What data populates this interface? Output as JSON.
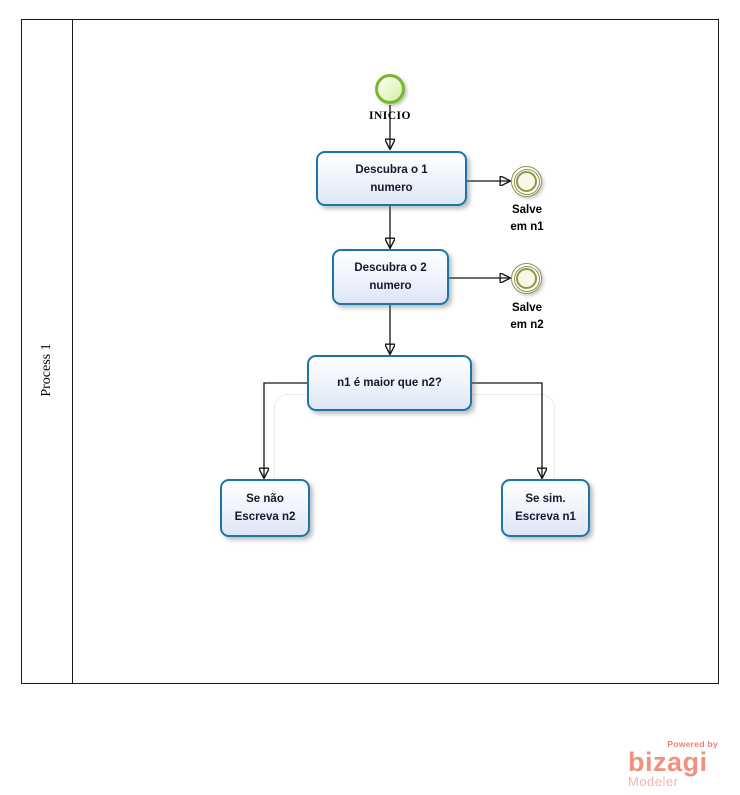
{
  "pool": {
    "label": "Process 1"
  },
  "nodes": {
    "start": {
      "label": "INICIO"
    },
    "task1": {
      "line1": "Descubra o 1",
      "line2": "numero"
    },
    "end1": {
      "line1": "Salve",
      "line2": "em n1"
    },
    "task2": {
      "line1": "Descubra o 2",
      "line2": "numero"
    },
    "end2": {
      "line1": "Salve",
      "line2": "em n2"
    },
    "decision": {
      "label": "n1 é maior que n2?"
    },
    "no_branch": {
      "line1": "Se não",
      "line2": "Escreva n2"
    },
    "yes_branch": {
      "line1": "Se sim.",
      "line2": "Escreva n1"
    }
  },
  "branding": {
    "powered_by": "Powered by",
    "name": "bizagi",
    "product": "Modeler"
  },
  "colors": {
    "task_border": "#1d74a7",
    "end_event": "#92924e",
    "start_event": "#74b82c",
    "brand": "#f2907f"
  }
}
